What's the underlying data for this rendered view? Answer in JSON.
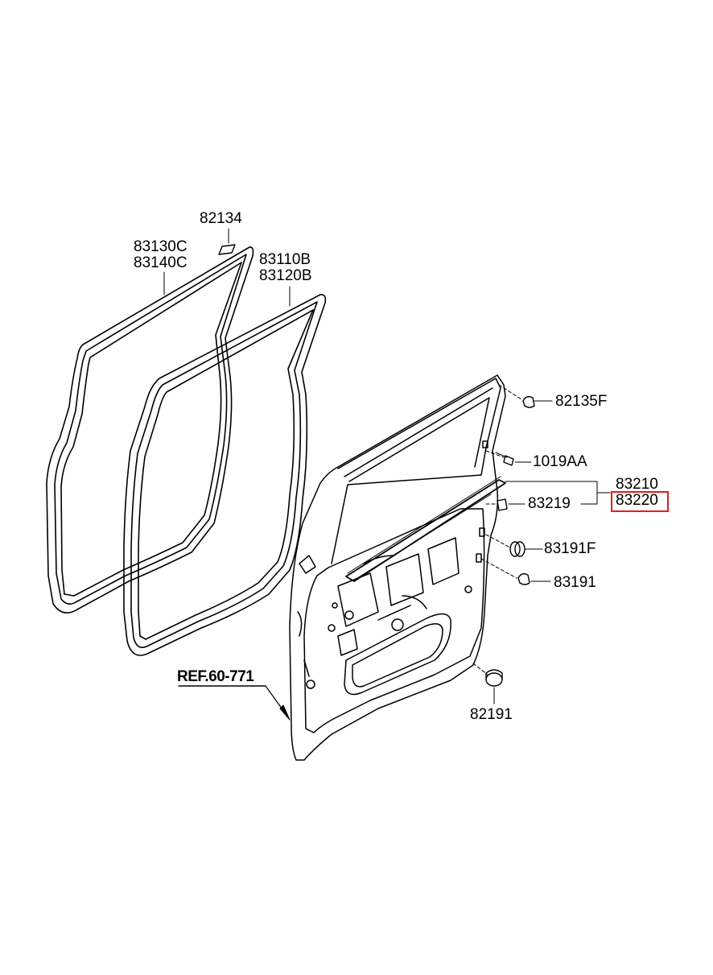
{
  "labels": {
    "p82134": "82134",
    "p83130c": "83130C",
    "p83140c": "83140C",
    "p83110b": "83110B",
    "p83120b": "83120B",
    "p82135f": "82135F",
    "p1019aa": "1019AA",
    "p83210": "83210",
    "p83220": "83220",
    "p83219": "83219",
    "p83191f": "83191F",
    "p83191": "83191",
    "p82191": "82191",
    "ref": "REF.60-771"
  },
  "highlight": {
    "part": "83220",
    "color": "#e0201b"
  },
  "colors": {
    "line": "#000000",
    "background": "#ffffff"
  }
}
